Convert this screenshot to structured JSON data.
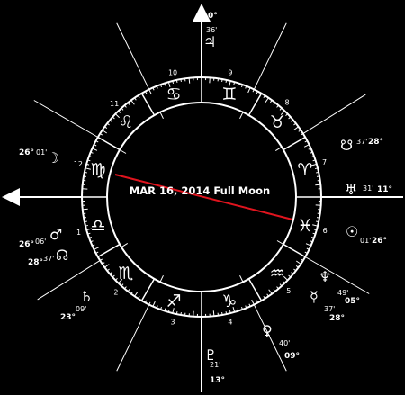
{
  "title": "MAR 16, 2014 Full Moon",
  "colors": {
    "background": "#000000",
    "foreground": "#ffffff",
    "opposition_line": "#e0141e"
  },
  "house_numbers": [
    "1",
    "2",
    "3",
    "4",
    "5",
    "6",
    "7",
    "8",
    "9",
    "10",
    "11",
    "12"
  ],
  "zodiac_signs": [
    {
      "name": "virgo-sign",
      "glyph": "♍"
    },
    {
      "name": "leo-sign",
      "glyph": "♌"
    },
    {
      "name": "cancer-sign",
      "glyph": "♋"
    },
    {
      "name": "gemini-sign",
      "glyph": "♊"
    },
    {
      "name": "taurus-sign",
      "glyph": "♉"
    },
    {
      "name": "aries-sign",
      "glyph": "♈"
    },
    {
      "name": "pisces-sign",
      "glyph": "♓"
    },
    {
      "name": "aquarius-sign",
      "glyph": "♒"
    },
    {
      "name": "capricorn-sign",
      "glyph": "♑"
    },
    {
      "name": "sagittarius-sign",
      "glyph": "♐"
    },
    {
      "name": "scorpio-sign",
      "glyph": "♏"
    },
    {
      "name": "libra-sign",
      "glyph": "♎"
    }
  ],
  "planets": [
    {
      "name": "jupiter",
      "glyph": "♃",
      "deg": "0°",
      "min": "36'"
    },
    {
      "name": "moon",
      "glyph": "☽",
      "deg": "26°",
      "min": "01'"
    },
    {
      "name": "mars",
      "glyph": "♂",
      "deg": "26°",
      "min": "06'"
    },
    {
      "name": "lunar-node",
      "glyph": "☊",
      "deg": "28°",
      "min": "37'"
    },
    {
      "name": "saturn",
      "glyph": "♄",
      "deg": "23°",
      "min": "09'"
    },
    {
      "name": "pluto",
      "glyph": "♇",
      "deg": "13°",
      "min": "21'"
    },
    {
      "name": "venus",
      "glyph": "♀",
      "deg": "09°",
      "min": "40'"
    },
    {
      "name": "mercury",
      "glyph": "☿",
      "deg": "28°",
      "min": "37'"
    },
    {
      "name": "neptune",
      "glyph": "♆",
      "deg": "05°",
      "min": "49'"
    },
    {
      "name": "sun",
      "glyph": "☉",
      "deg": "26°",
      "min": "01'"
    },
    {
      "name": "uranus",
      "glyph": "♅",
      "deg": "11°",
      "min": "31'"
    },
    {
      "name": "south-node",
      "glyph": "☋",
      "deg": "28°",
      "min": "37'"
    }
  ]
}
